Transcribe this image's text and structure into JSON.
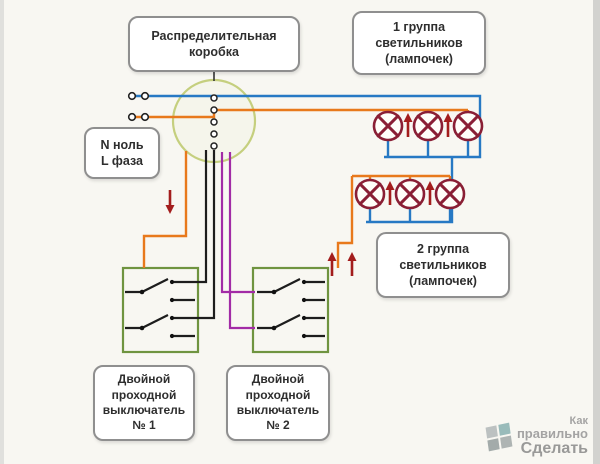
{
  "boxes": {
    "dist": {
      "lines": [
        "Распределительная",
        "коробка"
      ]
    },
    "group1": {
      "lines": [
        "1 группа",
        "светильников",
        "(лампочек)"
      ]
    },
    "nl": {
      "lines": [
        "N ноль",
        "L фаза"
      ]
    },
    "group2": {
      "lines": [
        "2 группа",
        "светильников",
        "(лампочек)"
      ]
    },
    "sw1": {
      "lines": [
        "Двойной",
        "проходной",
        "выключатель",
        "№ 1"
      ]
    },
    "sw2": {
      "lines": [
        "Двойной",
        "проходной",
        "выключатель",
        "№ 2"
      ]
    }
  },
  "watermark": {
    "line1": "Как",
    "line2": "правильно",
    "line3": "Сделать"
  },
  "lamps": {
    "group1_count": 3,
    "group2_count": 3
  },
  "colors": {
    "neutral_wire": "#2779c4",
    "phase_wire": "#e8791c",
    "traveler_black_wire": "#1d1d1d",
    "traveler_purple_wire": "#a22ba6",
    "switch_box_outline": "#6f9440",
    "junction_circle_outline": "#c5cf7e",
    "lamp_symbol": "#8a1f35",
    "direction_arrow": "#a31d1d"
  }
}
